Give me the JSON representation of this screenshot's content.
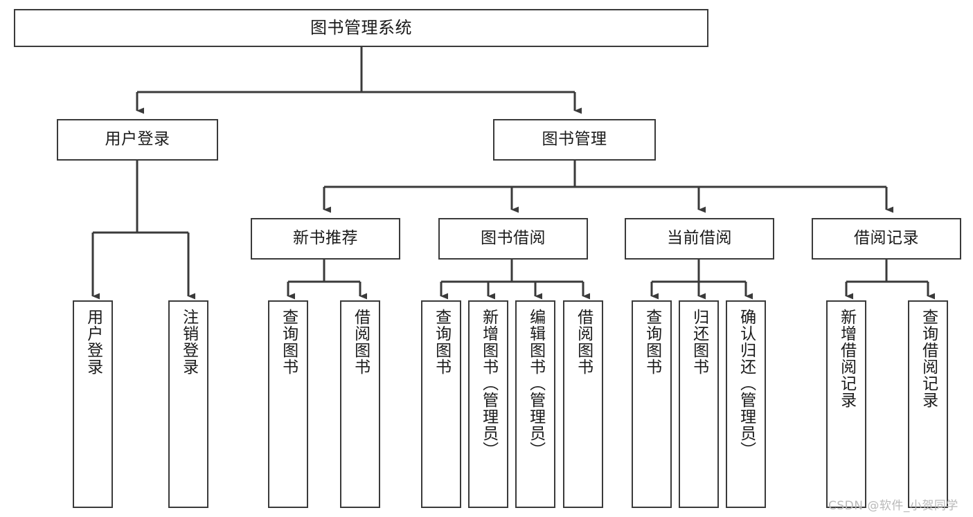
{
  "diagram": {
    "title": "图书管理系统",
    "type": "functional-structure-tree",
    "watermark": "CSDN @软件_小贺同学",
    "colors": {
      "box_border": "#3a3a3a",
      "box_fill": "#ffffff",
      "connector": "#3a3a3a",
      "text": "#1a1a1a",
      "watermark": "#b9b9b9",
      "background": "#ffffff"
    },
    "nodes": {
      "root": {
        "label": "图书管理系统"
      },
      "level1": [
        {
          "id": "user-login",
          "label": "用户登录"
        },
        {
          "id": "book-management",
          "label": "图书管理"
        }
      ],
      "level2": [
        {
          "id": "new-book-recommend",
          "label": "新书推荐"
        },
        {
          "id": "book-borrow",
          "label": "图书借阅"
        },
        {
          "id": "current-borrow",
          "label": "当前借阅"
        },
        {
          "id": "borrow-record",
          "label": "借阅记录"
        }
      ],
      "leaves": {
        "user-login": [
          {
            "id": "leaf-user-login",
            "label": "用户登录"
          },
          {
            "id": "leaf-logout-login",
            "label": "注销登录"
          }
        ],
        "new-book-recommend": [
          {
            "id": "leaf-query-book-1",
            "label": "查询图书"
          },
          {
            "id": "leaf-borrow-book-1",
            "label": "借阅图书"
          }
        ],
        "book-borrow": [
          {
            "id": "leaf-query-book-2",
            "label": "查询图书"
          },
          {
            "id": "leaf-add-book",
            "label": "新增图书（管理员）"
          },
          {
            "id": "leaf-edit-book",
            "label": "编辑图书（管理员）"
          },
          {
            "id": "leaf-borrow-book-2",
            "label": "借阅图书"
          }
        ],
        "current-borrow": [
          {
            "id": "leaf-query-book-3",
            "label": "查询图书"
          },
          {
            "id": "leaf-return-book",
            "label": "归还图书"
          },
          {
            "id": "leaf-confirm-return",
            "label": "确认归还（管理员）"
          }
        ],
        "borrow-record": [
          {
            "id": "leaf-add-record",
            "label": "新增借阅记录"
          },
          {
            "id": "leaf-query-record",
            "label": "查询借阅记录"
          }
        ]
      }
    }
  }
}
